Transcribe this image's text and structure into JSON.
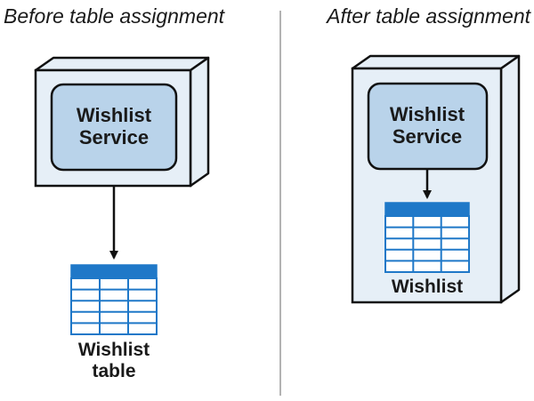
{
  "before": {
    "title": "Before table assignment",
    "service_line1": "Wishlist",
    "service_line2": "Service",
    "table_line1": "Wishlist",
    "table_line2": "table"
  },
  "after": {
    "title": "After table assignment",
    "service_line1": "Wishlist",
    "service_line2": "Service",
    "table_label": "Wishlist"
  },
  "colors": {
    "container_fill": "#e6eff7",
    "service_fill": "#b9d3ea",
    "table_header": "#1f78c8",
    "stroke": "#111111",
    "divider": "#9a9a9a"
  }
}
